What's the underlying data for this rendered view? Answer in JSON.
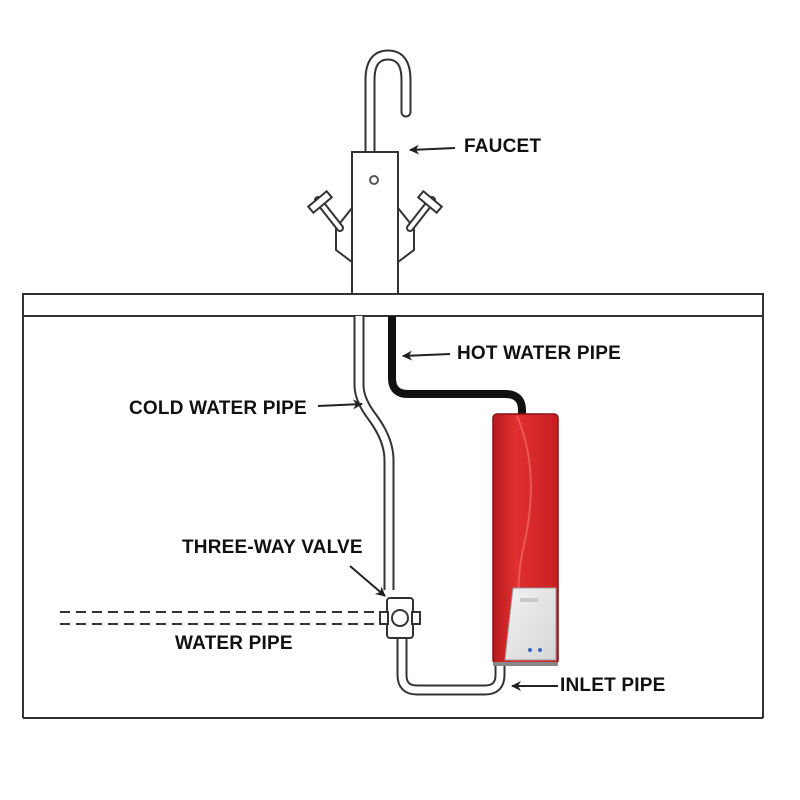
{
  "labels": {
    "faucet": "FAUCET",
    "hot_water_pipe": "HOT WATER PIPE",
    "cold_water_pipe": "COLD WATER PIPE",
    "three_way_valve": "THREE-WAY VALVE",
    "water_pipe": "WATER PIPE",
    "inlet_pipe": "INLET PIPE"
  },
  "colors": {
    "heater_body": "#d9262a",
    "heater_panel": "#e8e8e8",
    "hot_pipe": "#111111",
    "outline": "#333333"
  },
  "icons": {
    "faucet": "faucet-icon",
    "heater": "water-heater-icon",
    "valve": "valve-icon"
  }
}
